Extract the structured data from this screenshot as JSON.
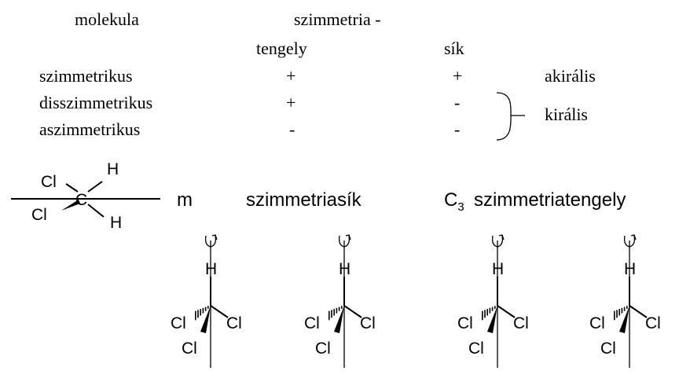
{
  "table": {
    "headers": {
      "molecule": "molekula",
      "symmetry": "szimmetria -",
      "axis": "tengely",
      "plane": "sík"
    },
    "rows": [
      {
        "name": "szimmetrikus",
        "axis": "+",
        "plane": "+"
      },
      {
        "name": "disszimmetrikus",
        "axis": "+",
        "plane": "-"
      },
      {
        "name": "aszimmetrikus",
        "axis": "-",
        "plane": "-"
      }
    ],
    "labels": {
      "achiral": "akirális",
      "chiral": "királis"
    }
  },
  "molecule1": {
    "atoms": {
      "cl_top": "Cl",
      "cl_bottom": "Cl",
      "c": "C",
      "h_top": "H",
      "h_bottom": "H"
    },
    "plane_symbol": "m",
    "plane_caption": "szimmetriasík"
  },
  "axis_caption": {
    "symbol": "C",
    "subscript": "3",
    "text": "szimmetriatengely"
  },
  "molecules": [
    {
      "h": "H",
      "cl_left": "Cl",
      "cl_right": "Cl",
      "cl_bottom": "Cl"
    },
    {
      "h": "H",
      "cl_left": "Cl",
      "cl_right": "Cl",
      "cl_bottom": "Cl"
    },
    {
      "h": "H",
      "cl_left": "Cl",
      "cl_right": "Cl",
      "cl_bottom": "Cl"
    },
    {
      "h": "H",
      "cl_left": "Cl",
      "cl_right": "Cl",
      "cl_bottom": "Cl"
    }
  ]
}
